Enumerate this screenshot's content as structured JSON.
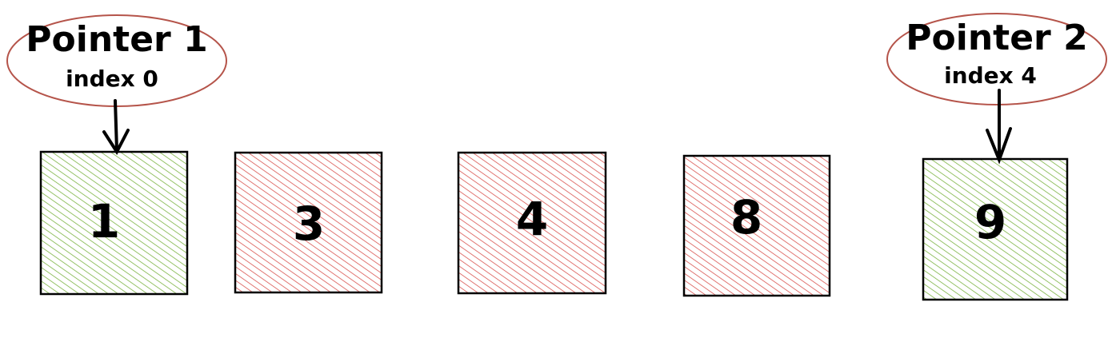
{
  "colors": {
    "pointer_cell": "#7cb342",
    "other_cell": "#d9534f",
    "outline": "#000000",
    "pointer_ellipse": "#b5544a"
  },
  "pointers": [
    {
      "label": "Pointer 1",
      "index_label": "index 0"
    },
    {
      "label": "Pointer 2",
      "index_label": "index 4"
    }
  ],
  "cells": [
    {
      "value": "1",
      "highlighted": true
    },
    {
      "value": "3",
      "highlighted": false
    },
    {
      "value": "4",
      "highlighted": false
    },
    {
      "value": "8",
      "highlighted": false
    },
    {
      "value": "9",
      "highlighted": true
    }
  ]
}
